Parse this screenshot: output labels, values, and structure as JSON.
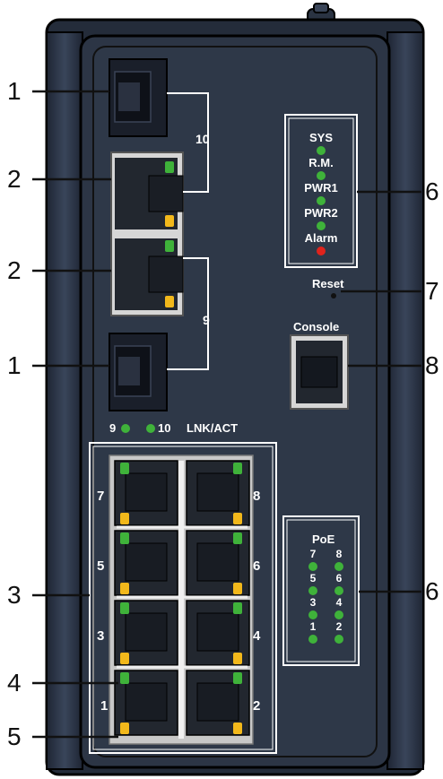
{
  "device": {
    "sfp_link_label_top": "10",
    "sfp_link_label_bottom": "9",
    "port9_label": "9",
    "port10_label": "10",
    "lnk_act_label": "LNK/ACT",
    "console_label": "Console",
    "reset_label": "Reset",
    "status_leds": [
      {
        "label": "SYS",
        "color": "#3fb23a"
      },
      {
        "label": "R.M.",
        "color": "#3fb23a"
      },
      {
        "label": "PWR1",
        "color": "#3fb23a"
      },
      {
        "label": "PWR2",
        "color": "#3fb23a"
      },
      {
        "label": "Alarm",
        "color": "#e0231c"
      }
    ],
    "rj45_port_labels": {
      "p7": "7",
      "p8": "8",
      "p5": "5",
      "p6": "6",
      "p3": "3",
      "p4": "4",
      "p1": "1",
      "p2": "2"
    },
    "poe": {
      "title": "PoE",
      "left_col": [
        "7",
        "5",
        "3",
        "1"
      ],
      "right_col": [
        "8",
        "6",
        "4",
        "2"
      ],
      "led_color": "#3fb23a"
    }
  },
  "callouts": {
    "c1_top": "1",
    "c2_top": "2",
    "c2_bottom": "2",
    "c1_bottom": "1",
    "c3": "3",
    "c4": "4",
    "c5": "5",
    "c6_status": "6",
    "c7": "7",
    "c8": "8",
    "c6_poe": "6"
  },
  "colors": {
    "panel": "#2a3342",
    "panel_dark": "#1b2230",
    "outline": "#ffffff",
    "green_led": "#3fb23a",
    "amber_led": "#f2b81b",
    "red_led": "#e0231c",
    "port_gray": "#d6d6d6"
  }
}
